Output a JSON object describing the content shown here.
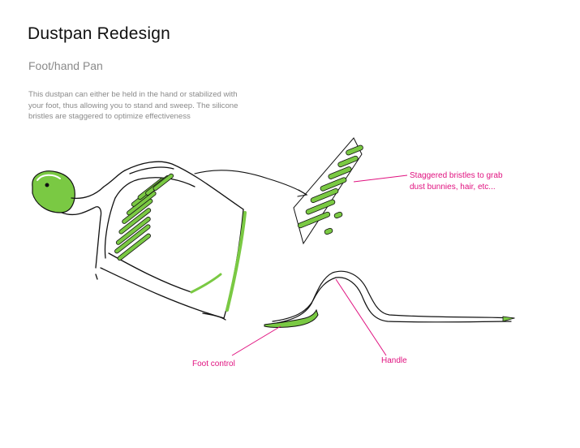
{
  "page": {
    "title": "Dustpan Redesign",
    "subtitle": "Foot/hand Pan",
    "description_lines": [
      "This dustpan  can either be held in the hand or stabilized with",
      "your foot, thus allowing you to stand and sweep. The silicone",
      "bristles are staggered to optimize effectiveness"
    ]
  },
  "callouts": {
    "bristles": [
      "Staggered bristles to grab",
      "dust bunnies, hair, etc..."
    ],
    "foot": "Foot control",
    "handle": "Handle"
  },
  "colors": {
    "accent_green": "#7ac943",
    "callout_magenta": "#e0117f",
    "ink": "#111111"
  }
}
